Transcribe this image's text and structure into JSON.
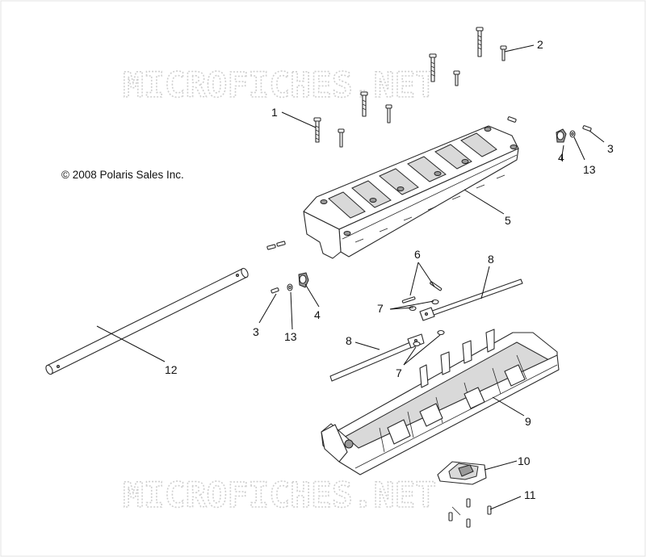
{
  "copyright": "© 2008 Polaris Sales Inc.",
  "watermark_text": "MICROFICHES.NET",
  "callouts": [
    {
      "id": "c1",
      "text": "1"
    },
    {
      "id": "c2",
      "text": "2"
    },
    {
      "id": "c3a",
      "text": "3"
    },
    {
      "id": "c4a",
      "text": "4"
    },
    {
      "id": "c13a",
      "text": "13"
    },
    {
      "id": "c5",
      "text": "5"
    },
    {
      "id": "c6",
      "text": "6"
    },
    {
      "id": "c7a",
      "text": "7"
    },
    {
      "id": "c8a",
      "text": "8"
    },
    {
      "id": "c3b",
      "text": "3"
    },
    {
      "id": "c13b",
      "text": "13"
    },
    {
      "id": "c4b",
      "text": "4"
    },
    {
      "id": "c8b",
      "text": "8"
    },
    {
      "id": "c7b",
      "text": "7"
    },
    {
      "id": "c12",
      "text": "12"
    },
    {
      "id": "c9",
      "text": "9"
    },
    {
      "id": "c10",
      "text": "10"
    },
    {
      "id": "c11",
      "text": "11"
    }
  ],
  "colors": {
    "line": "#2a2a2a",
    "shade": "#d9d9d9",
    "watermark": "#cfcfcf",
    "background": "#ffffff"
  }
}
